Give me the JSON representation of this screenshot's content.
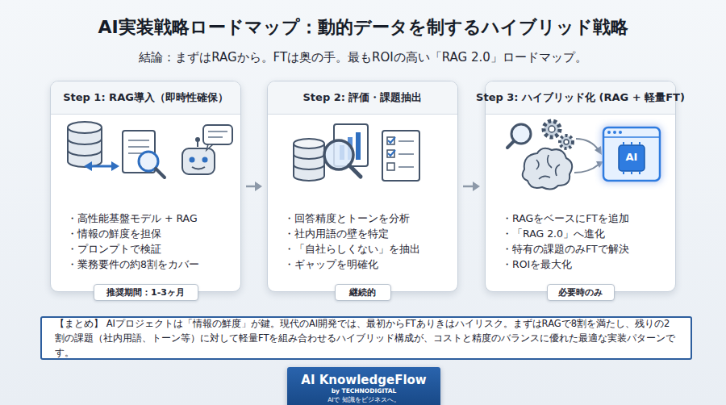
{
  "diagram": {
    "title": "AI実装戦略ロードマップ：動的データを制するハイブリッド戦略",
    "nodes": [
      {
        "text": [
          "Step 1: RAG導入（即時性確保）",
          "・高性能基盤モデル + RAG",
          "・情報の鮮度を担保",
          "・プロンプトで検証",
          "・業務要件の約8割をカバー"
        ]
      },
      {
        "text": [
          "推奨期間：1-3ヶ月"
        ],
        "in": 0
      },
      {
        "text": [
          "Step 2: 評価・課題抽出",
          "・回答精度とトーンを分析",
          "・社内用語の壁を特定",
          "・「自社らしくない」を抽出",
          "・ギャップを明確化"
        ]
      },
      {
        "text": [
          "継続的"
        ],
        "in": 2
      },
      {
        "text": [
          "Step 3: ハイブリッド化 (RAG + 軽量FT)",
          "・RAGをベースにFTを追加",
          "・「RAG 2.0」へ進化",
          "・特有の課題のみFTで解決",
          "・ROIを最大化"
        ]
      },
      {
        "text": [
          "必要時のみ"
        ],
        "in": 4
      },
      {
        "text": [
          "【まとめ】 AIプロジェクトは「情報の鮮度」が鍵。現代のAI開発では、最初からFTありきはハイリスク。まずはRAGで8割を満たし、残りの2割の課題（社内用語、トーン等）に対して軽量FTを組み合わせるハイブリッド構成が、コストと精度のバランスに優れた最適な実装パターンです。"
        ]
      },
      {
        "text": [
          "AI KnowledgeFlow",
          "by TECHNODIGITAL",
          "AIで 知識をビジネスへ。"
        ]
      }
    ],
    "edges": [
      {
        "from": 0,
        "to": 2,
        "arrow": "to"
      },
      {
        "from": 2,
        "to": 4,
        "arrow": "to"
      }
    ],
    "labels": [
      "結論：まずはRAGから。FTは奥の手。最もROIの高い「RAG 2.0」ロードマップ。",
      "AI"
    ]
  }
}
